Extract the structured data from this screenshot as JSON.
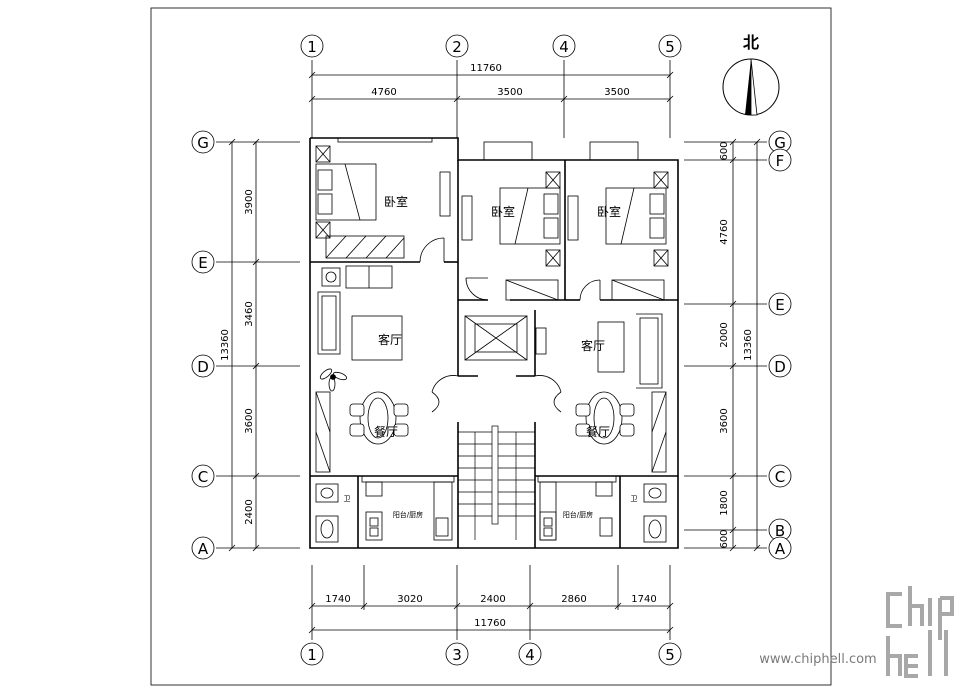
{
  "compass": {
    "label": "北"
  },
  "axes": {
    "top": [
      "1",
      "2",
      "4",
      "5"
    ],
    "bottom": [
      "1",
      "3",
      "4",
      "5"
    ],
    "left": [
      "G",
      "E",
      "D",
      "C",
      "A"
    ],
    "right": [
      "G",
      "F",
      "E",
      "D",
      "C",
      "B",
      "A"
    ]
  },
  "dimensions": {
    "top_total": "11760",
    "top_segments": [
      "4760",
      "3500",
      "3500"
    ],
    "bottom_total": "11760",
    "bottom_segments": [
      "1740",
      "3020",
      "2400",
      "2860",
      "1740"
    ],
    "left_total": "13360",
    "left_segments": [
      "3900",
      "3460",
      "3600",
      "2400"
    ],
    "right_total": "13360",
    "right_outer_segments": [
      "600",
      "4760",
      "2000",
      "3600",
      "1800",
      "600"
    ]
  },
  "rooms": {
    "bedroom_1": "卧室",
    "bedroom_2": "卧室",
    "bedroom_3": "卧室",
    "living_left": "客厅",
    "living_right": "客厅",
    "dining_left": "餐厅",
    "dining_right": "餐厅",
    "bath_left": "卫",
    "bath_right": "卫",
    "balcony_left": "阳台/厨房",
    "balcony_right": "阳台/厨房"
  },
  "watermark": {
    "url": "www.chiphell.com",
    "logo": "chip hell"
  }
}
